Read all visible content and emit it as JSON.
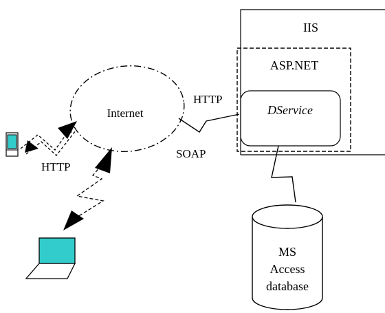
{
  "iis": {
    "label": "IIS"
  },
  "aspnet": {
    "label": "ASP.NET"
  },
  "dservice": {
    "label": "DService"
  },
  "internet": {
    "label": "Internet"
  },
  "links": {
    "http_server": "HTTP",
    "soap": "SOAP",
    "http_phone": "HTTP"
  },
  "database": {
    "line1": "MS",
    "line2": "Access",
    "line3": "database"
  },
  "colors": {
    "device_screen": "#33cccc",
    "stroke": "#000000",
    "background": "#ffffff"
  },
  "icons": {
    "phone": "mobile-phone-icon",
    "laptop": "laptop-icon"
  }
}
